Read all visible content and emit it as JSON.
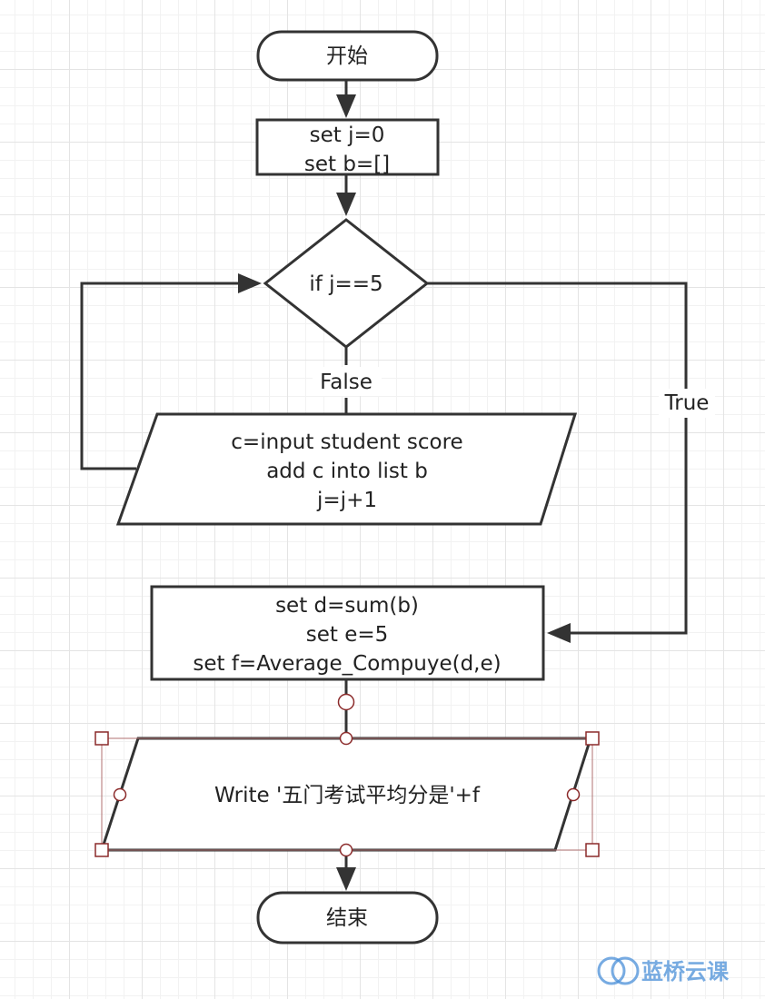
{
  "nodes": {
    "start": {
      "lines": [
        "开始"
      ]
    },
    "init": {
      "lines": [
        "set j=0",
        "set b=[]"
      ]
    },
    "condition": {
      "lines": [
        "if j==5"
      ]
    },
    "input": {
      "lines": [
        "c=input student score",
        "add c into list b",
        "j=j+1"
      ]
    },
    "compute": {
      "lines": [
        "set d=sum(b)",
        "set e=5",
        "set f=Average_Compuye(d,e)"
      ]
    },
    "output": {
      "lines": [
        "Write '五门考试平均分是'+f"
      ]
    },
    "end": {
      "lines": [
        "结束"
      ]
    }
  },
  "edge_labels": {
    "false": "False",
    "true": "True"
  },
  "watermark": {
    "text": "蓝桥云课",
    "icon": "cloud-logo-icon",
    "color": "#4a8fd8"
  },
  "selection": {
    "selected_node": "output"
  }
}
